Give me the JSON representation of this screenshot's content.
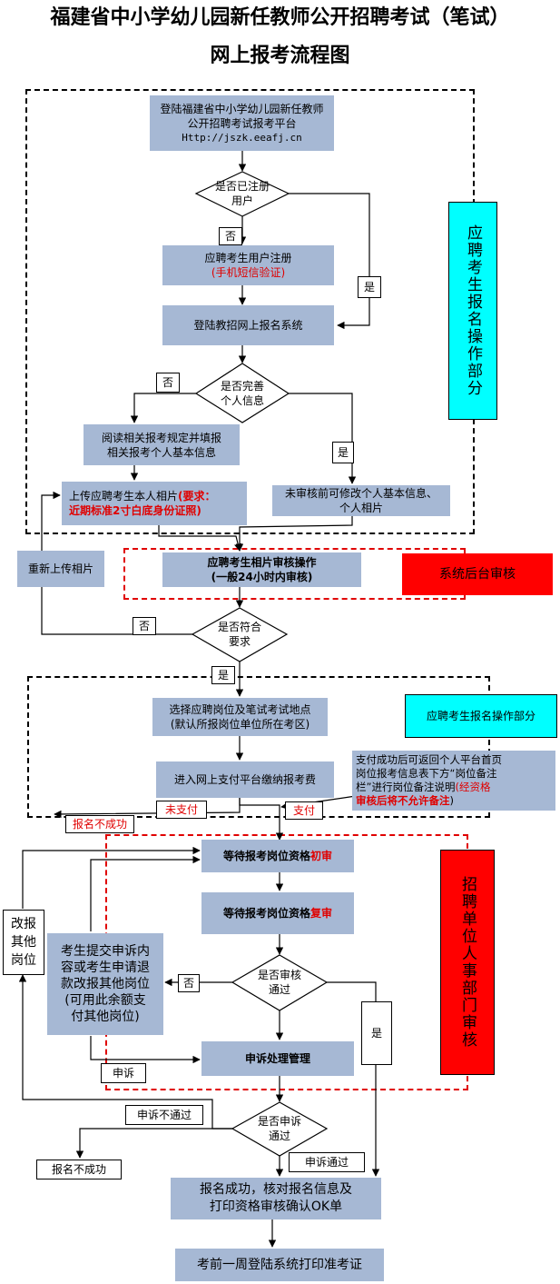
{
  "title": {
    "line1": "福建省中小学幼儿园新任教师公开招聘考试（笔试）",
    "line2": "网上报考流程图"
  },
  "nodes": {
    "login_platform": {
      "l1": "登陆福建省中小学幼儿园新任教师",
      "l2": "公开招聘考试报考平台",
      "l3": "Http://jszk.eeafj.cn"
    },
    "registered_q": {
      "l1": "是否已注册",
      "l2": "用户"
    },
    "register": {
      "l1": "应聘考生用户注册",
      "l2": "(手机短信验证)"
    },
    "login_system": "登陆教招网上报名系统",
    "complete_q": {
      "l1": "是否完善",
      "l2": "个人信息"
    },
    "read_rules": {
      "l1": "阅读相关报考规定并填报",
      "l2": "相关报考个人基本信息"
    },
    "upload_photo": {
      "l1": "上传应聘考生本人相片",
      "l1_red": "(要求：",
      "l2_red": "近期标准2寸白底身份证照)"
    },
    "modify_info": {
      "l1": "未审核前可修改个人基本信息、",
      "l2": "个人相片"
    },
    "reupload": "重新上传相片",
    "photo_review": {
      "l1": "应聘考生相片审核操作",
      "l2": "(一般24小时内审核)"
    },
    "backend_review": "系统后台审核",
    "meet_q": {
      "l1": "是否符合",
      "l2": "要求"
    },
    "choose_post": {
      "l1": "选择应聘岗位及笔试考试地点",
      "l2": "(默认所报岗位单位所在考区)"
    },
    "pay": "进入网上支付平台缴纳报考费",
    "pay_note": {
      "l1": "支付成功后可返回个人平台首页",
      "l2": "岗位报考信息表下方“岗位备注",
      "l3": "栏”进行岗位备注说明",
      "l3_red": "(经资格",
      "l4_red": "审核后将不允许备注",
      "l4": ")"
    },
    "wait_first": {
      "text": "等待报考岗位资格",
      "red": "初审"
    },
    "wait_second": {
      "text": "等待报考岗位资格",
      "red": "复审"
    },
    "pass_q": {
      "l1": "是否审核",
      "l2": "通过"
    },
    "appeal_mgmt": "申诉处理管理",
    "appeal_q": {
      "l1": "是否申诉",
      "l2": "通过"
    },
    "appeal_or_refund": {
      "l1": "考生提交申诉内",
      "l2": "容或考生申请退",
      "l3": "款改报其他岗位",
      "l4": "(可用此余额支",
      "l5": "付其他岗位)"
    },
    "change_post": {
      "l1": "改报",
      "l2": "其他",
      "l3": "岗位"
    },
    "success": {
      "l1": "报名成功，核对报名信息及",
      "l2": "打印资格审核确认OK单"
    },
    "print_ticket": "考前一周登陆系统打印准考证",
    "fail_bottom": "报名不成功"
  },
  "side_labels": {
    "candidate_part_1": "应聘考生报名操作部分",
    "candidate_part_2": "应聘考生报名操作部分",
    "employer_review": "招聘单位人事部门审核"
  },
  "edge_labels": {
    "no1": "否",
    "yes1": "是",
    "no2": "否",
    "yes2": "是",
    "no3": "否",
    "yes3": "是",
    "unpaid": "未支付",
    "fail_top": "报名不成功",
    "paid": "支付",
    "no4": "否",
    "yes4": "是",
    "appeal": "申诉",
    "appeal_fail": "申诉不通过",
    "appeal_pass": "申诉通过"
  },
  "colors": {
    "box_blue": "#a6b8d4",
    "cyan": "#00ffff",
    "red": "#ff0000",
    "red_text": "#e00000"
  }
}
